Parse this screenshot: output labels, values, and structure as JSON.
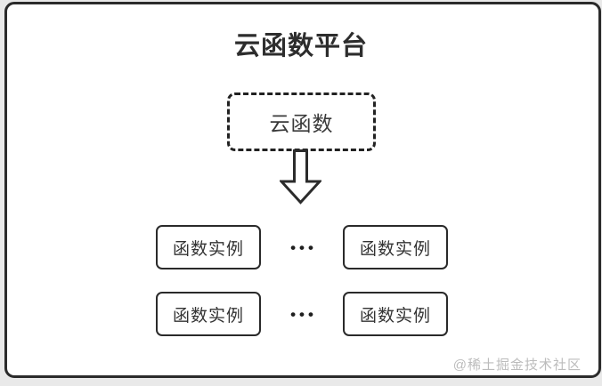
{
  "diagram": {
    "title": "云函数平台",
    "cloud_function": {
      "label": "云函数"
    },
    "rows": [
      {
        "left_label": "函数实例",
        "dots": "•••",
        "right_label": "函数实例"
      },
      {
        "left_label": "函数实例",
        "dots": "•••",
        "right_label": "函数实例"
      }
    ],
    "watermark": "@稀土掘金技术社区"
  },
  "icons": {
    "down_arrow": "block-down-arrow"
  },
  "colors": {
    "page_background": "#e9e9e9",
    "card_background": "#ffffff",
    "line": "#2b2b2b",
    "text": "#333333",
    "watermark": "#bcbcbc"
  }
}
